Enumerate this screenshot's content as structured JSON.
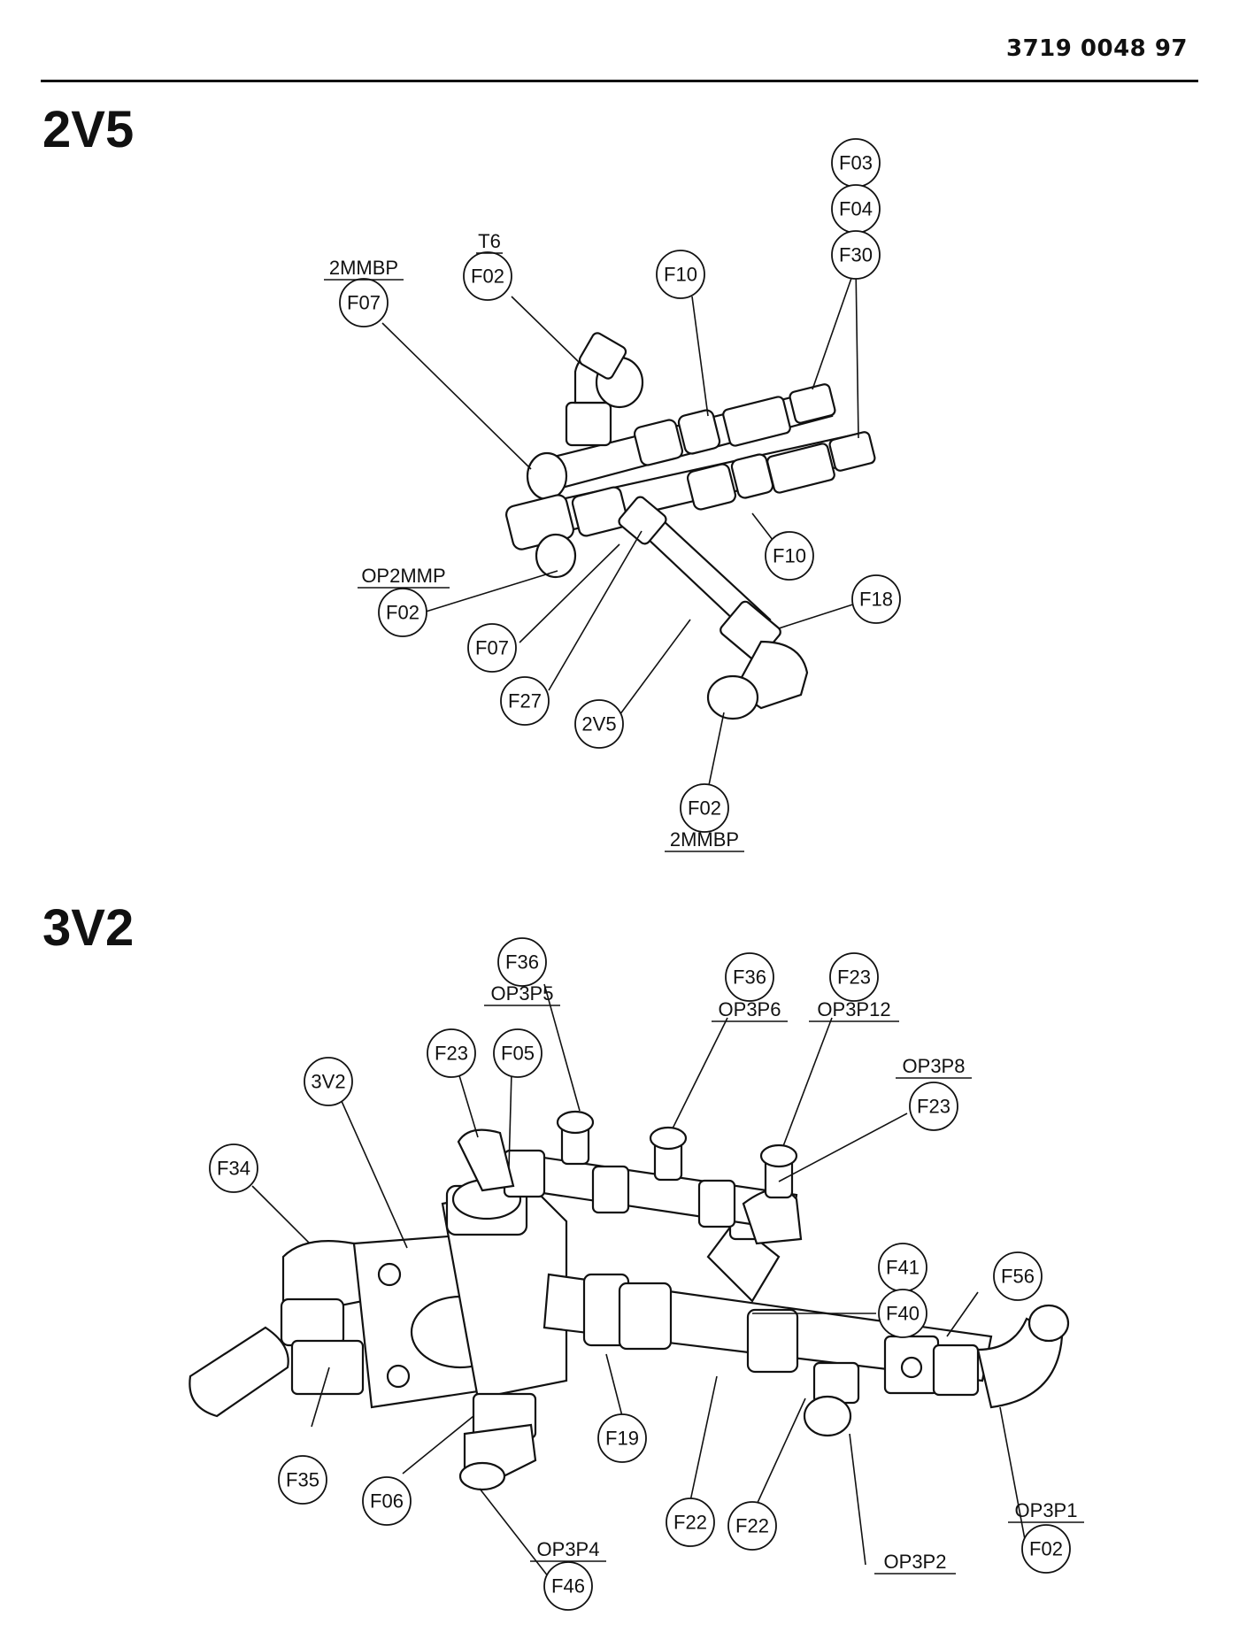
{
  "header": {
    "doc_number": "3719 0048 97"
  },
  "sections": [
    {
      "title": "2V5",
      "callouts": [
        "F03",
        "F04",
        "F30",
        "F02",
        "F10",
        "F07",
        "F10",
        "F18",
        "F02",
        "F07",
        "F27",
        "2V5",
        "F02"
      ],
      "labels": [
        "T6",
        "2MMBP",
        "OP2MMP",
        "2MMBP"
      ]
    },
    {
      "title": "3V2",
      "callouts": [
        "F36",
        "F36",
        "F23",
        "F23",
        "F05",
        "3V2",
        "F23",
        "F34",
        "F41",
        "F40",
        "F56",
        "F19",
        "F35",
        "F06",
        "F22",
        "F22",
        "F02",
        "F46"
      ],
      "labels": [
        "OP3P5",
        "OP3P6",
        "OP3P12",
        "OP3P8",
        "OP3P1",
        "OP3P2",
        "OP3P4"
      ]
    }
  ]
}
